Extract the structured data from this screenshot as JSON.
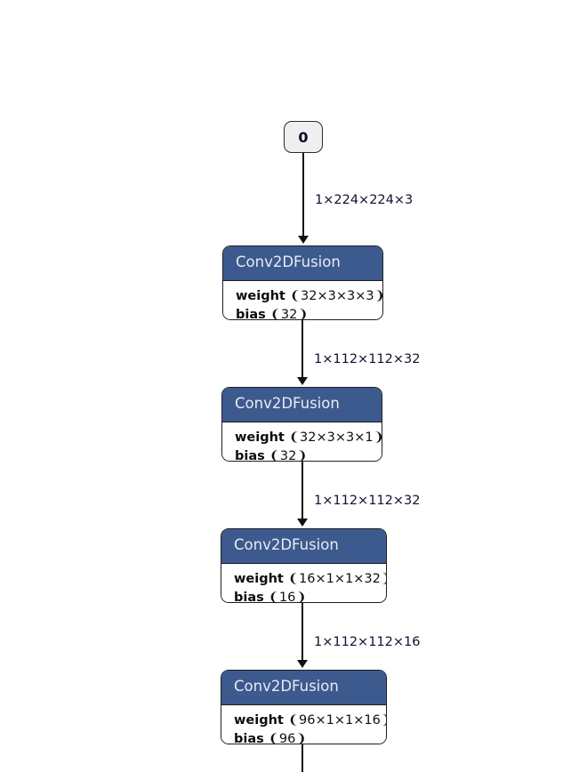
{
  "graph": {
    "input_node": {
      "label": "0"
    },
    "nodes": [
      {
        "type": "Conv2DFusion",
        "attributes": [
          {
            "name": "weight",
            "value": "❨32×3×3×3❩"
          },
          {
            "name": "bias",
            "value": "❨32❩"
          }
        ]
      },
      {
        "type": "Conv2DFusion",
        "attributes": [
          {
            "name": "weight",
            "value": "❨32×3×3×1❩"
          },
          {
            "name": "bias",
            "value": "❨32❩"
          }
        ]
      },
      {
        "type": "Conv2DFusion",
        "attributes": [
          {
            "name": "weight",
            "value": "❨16×1×1×32❩"
          },
          {
            "name": "bias",
            "value": "❨16❩"
          }
        ]
      },
      {
        "type": "Conv2DFusion",
        "attributes": [
          {
            "name": "weight",
            "value": "❨96×1×1×16❩"
          },
          {
            "name": "bias",
            "value": "❨96❩"
          }
        ]
      }
    ],
    "edges": [
      {
        "label": "1×224×224×3"
      },
      {
        "label": "1×112×112×32"
      },
      {
        "label": "1×112×112×32"
      },
      {
        "label": "1×112×112×16"
      }
    ],
    "colors": {
      "node_header": "#3d5a8f",
      "node_header_text": "#e9ebf0",
      "node_body": "#ffffff",
      "node_border": "#1e1e1e",
      "input_node_fill": "#efefef",
      "edge": "#111111",
      "edge_label_text": "#0d1430",
      "canvas_background": "#ffffff"
    }
  }
}
